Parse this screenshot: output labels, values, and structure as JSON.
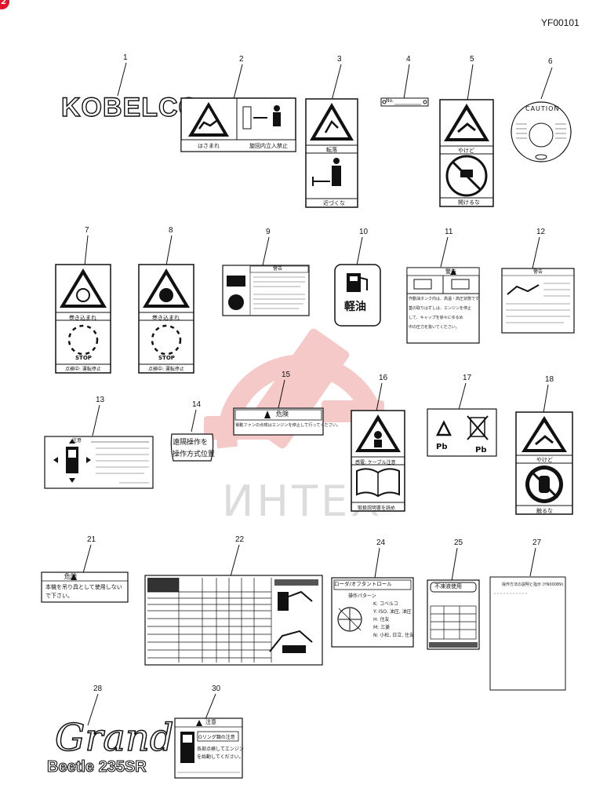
{
  "header": {
    "doc_code": "YF00101",
    "corner_mark": "2"
  },
  "watermark": {
    "text": "ИНТЕХ"
  },
  "brand": {
    "kobelco": "KOBELCO",
    "grand": "Grand",
    "model": "Beetle 235SR"
  },
  "callouts": [
    "1",
    "2",
    "3",
    "4",
    "5",
    "6",
    "7",
    "8",
    "9",
    "10",
    "11",
    "12",
    "13",
    "14",
    "15",
    "16",
    "17",
    "18",
    "21",
    "22",
    "24",
    "25",
    "27",
    "28",
    "30"
  ],
  "labels": {
    "l2": {
      "left_caption": "はさまれ",
      "right_caption": "旋回内立入禁止"
    },
    "l3": {
      "top_caption": "転落",
      "bottom_caption": "近づくな"
    },
    "l4": {
      "text": "No."
    },
    "l5": {
      "top_caption": "やけど",
      "bottom_caption": "開けるな"
    },
    "l6": {
      "title": "CAUTION"
    },
    "l7": {
      "top_caption": "巻き込まれ",
      "stop": "STOP",
      "bottom_caption": "点検中: 運転停止"
    },
    "l8": {
      "top_caption": "巻き込まれ",
      "stop": "STOP",
      "bottom_caption": "点検中: 運転停止"
    },
    "l9": {
      "title": "警告"
    },
    "l10": {
      "text": "軽油"
    },
    "l11": {
      "title": "警告",
      "body": [
        "作動油タンク内は、高温・高圧状態です",
        "蓋の取りはずしは、エンジンを停止",
        "して、キャップを徐々にゆるめ",
        "中の圧力を抜いてください。"
      ]
    },
    "l12": {
      "title": "警告"
    },
    "l13": {
      "title": "注意"
    },
    "l14": {
      "line1": "遠隔操作を",
      "line2": "操作方式位置"
    },
    "l15": {
      "title": "危険",
      "body": "電動ファンの点検はエンジンを停止して行ってください。"
    },
    "l16": {
      "top_caption": "感電: ケーブル注意",
      "bottom_caption": "取扱説明書を読め"
    },
    "l17": {
      "left": "Pb",
      "right": "Pb"
    },
    "l18": {
      "top_caption": "やけど",
      "bottom_caption": "触るな"
    },
    "l21": {
      "title": "危険",
      "body1": "本機を吊り具として使用しない",
      "body2": "で下さい。"
    },
    "l24": {
      "title": "ローダ/オフタントロール",
      "subtitle": "操作パターン",
      "rows": [
        "K: コベルコ",
        "Y: ISO, 油圧, 油圧",
        "H: 住友",
        "M: 三菱",
        "N: 小松, 日立, 住友"
      ]
    },
    "l25": {
      "title": "不凍液使用"
    },
    "l27": {
      "title": "操作方法の説明と指示 (YN00089)"
    },
    "l30": {
      "title": "注意",
      "line1": "Oリング類の注意",
      "line2": "各部点検してエンジン",
      "line3": "を始動してください。"
    }
  }
}
